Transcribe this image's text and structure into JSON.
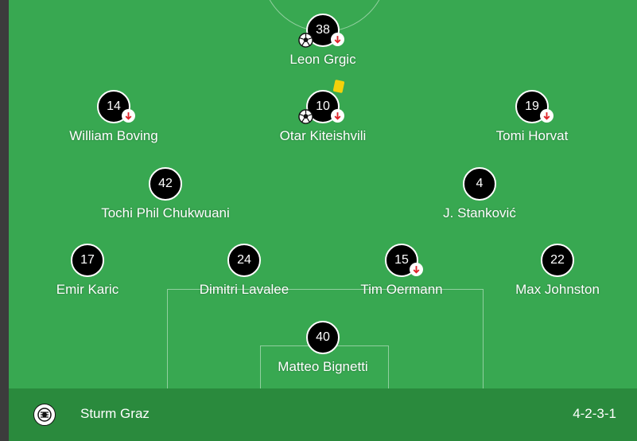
{
  "team": {
    "name": "Sturm Graz",
    "formation": "4-2-3-1",
    "logo_icon": "sturm-graz-crest-icon"
  },
  "colors": {
    "pitch": "#38a851",
    "bar": "#2a8a3d",
    "marker": "#000000",
    "sub_arrow": "#e0242a",
    "yellow_card": "#f4d10a"
  },
  "players": [
    {
      "number": "38",
      "name": "Leon Grgic",
      "role": "striker",
      "events": [
        "goal",
        "substituted"
      ]
    },
    {
      "number": "14",
      "name": "William Boving",
      "role": "left-wing",
      "events": [
        "substituted"
      ]
    },
    {
      "number": "10",
      "name": "Otar Kiteishvili",
      "role": "attacking-mid",
      "events": [
        "goal",
        "substituted",
        "yellow-card"
      ]
    },
    {
      "number": "19",
      "name": "Tomi Horvat",
      "role": "right-wing",
      "events": [
        "substituted"
      ]
    },
    {
      "number": "42",
      "name": "Tochi Phil Chukwuani",
      "role": "def-mid-left",
      "events": []
    },
    {
      "number": "4",
      "name": "J. Stanković",
      "role": "def-mid-right",
      "events": []
    },
    {
      "number": "17",
      "name": "Emir Karic",
      "role": "left-back",
      "events": []
    },
    {
      "number": "24",
      "name": "Dimitri Lavalee",
      "role": "centre-back-left",
      "events": []
    },
    {
      "number": "15",
      "name": "Tim Oermann",
      "role": "centre-back-right",
      "events": [
        "substituted"
      ]
    },
    {
      "number": "22",
      "name": "Max Johnston",
      "role": "right-back",
      "events": []
    },
    {
      "number": "40",
      "name": "Matteo Bignetti",
      "role": "goalkeeper",
      "events": []
    }
  ]
}
